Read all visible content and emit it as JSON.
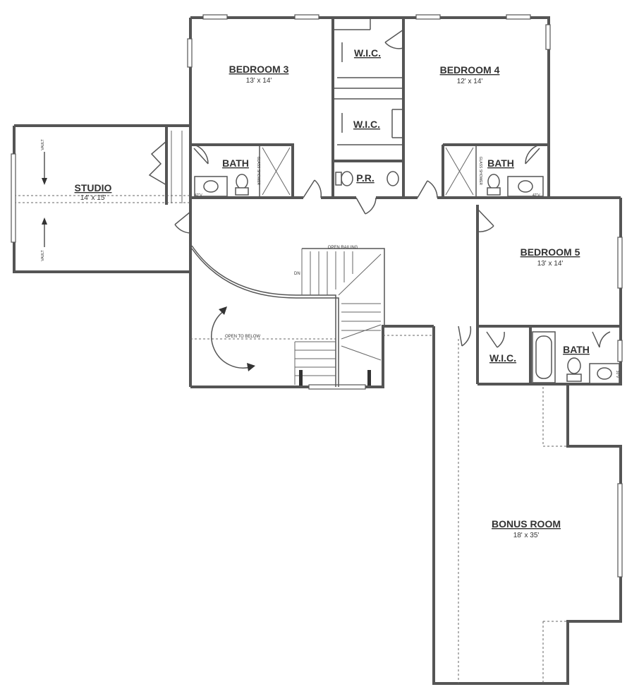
{
  "rooms": {
    "bedroom3": {
      "name": "BEDROOM 3",
      "dims": "13' x 14'"
    },
    "bedroom4": {
      "name": "BEDROOM 4",
      "dims": "12' x 14'"
    },
    "bedroom5": {
      "name": "BEDROOM 5",
      "dims": "13' x 14'"
    },
    "studio": {
      "name": "STUDIO",
      "dims": "14' x 15'"
    },
    "bonus": {
      "name": "BONUS ROOM",
      "dims": "18' x 35'"
    },
    "wic_top": {
      "name": "W.I.C."
    },
    "wic_mid": {
      "name": "W.I.C."
    },
    "wic_b5": {
      "name": "W.I.C."
    },
    "bath_b3": {
      "name": "BATH"
    },
    "bath_b4": {
      "name": "BATH"
    },
    "bath_b5": {
      "name": "BATH"
    },
    "powder": {
      "name": "P.R."
    }
  },
  "annotations": {
    "vault_top": "VAULT",
    "vault_bottom": "VAULT",
    "open_railing": "OPEN RAILING",
    "open_to_below": "OPEN TO BELOW",
    "dn": "DN",
    "glass_shower_left": "GLASS SHOWER",
    "glass_shower_right": "GLASS SHOWER",
    "vanity_b3": "42\"V",
    "vanity_b4": "42\"V",
    "vanity_b5": "30\"V"
  }
}
